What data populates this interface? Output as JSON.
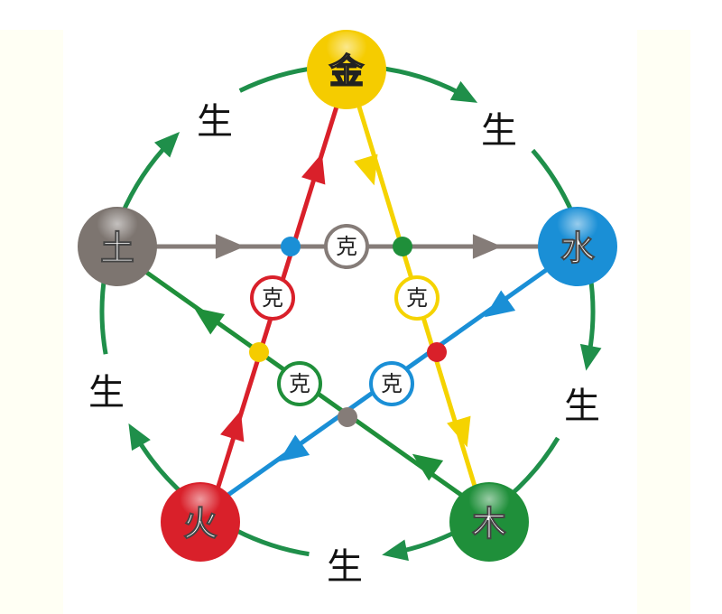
{
  "elements": {
    "metal": {
      "label": "金",
      "color": "#f5cc00"
    },
    "water": {
      "label": "水",
      "color": "#1a8fd6"
    },
    "wood": {
      "label": "木",
      "color": "#1f8f3a"
    },
    "fire": {
      "label": "火",
      "color": "#d9202a"
    },
    "earth": {
      "label": "土",
      "color": "#7d7570"
    }
  },
  "generating_label": "生",
  "overcoming_label": "克",
  "generating_cycle": [
    "金",
    "水",
    "木",
    "火",
    "土"
  ],
  "overcoming_cycle": [
    {
      "from": "土",
      "to": "水",
      "color": "#857c78"
    },
    {
      "from": "金",
      "to": "木",
      "color": "#f5d300"
    },
    {
      "from": "水",
      "to": "火",
      "color": "#1a8fd6"
    },
    {
      "from": "火",
      "to": "金",
      "color": "#d9202a"
    },
    {
      "from": "木",
      "to": "土",
      "color": "#1f8f3a"
    }
  ],
  "cycle_color": "#1f8f4a"
}
